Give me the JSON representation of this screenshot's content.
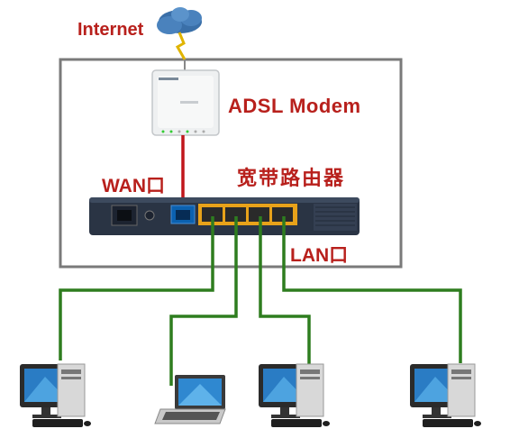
{
  "labels": {
    "internet": "Internet",
    "modem": "ADSL Modem",
    "wan_port": "WAN口",
    "router": "宽带路由器",
    "lan_port": "LAN口"
  },
  "colors": {
    "label": "#b8201c",
    "lan_cable": "#2e7d1f",
    "wan_cable": "#c0161b",
    "router_body": "#2a3444",
    "lan_ports": "#e8a21a",
    "box_border": "#7a7a7a"
  },
  "icons": [
    "cloud-icon",
    "lightning-icon",
    "modem-device",
    "router-device",
    "desktop-computer-icon",
    "laptop-icon"
  ]
}
